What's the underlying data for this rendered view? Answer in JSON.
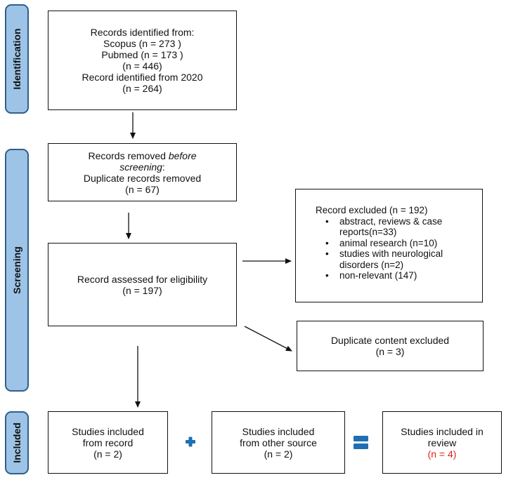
{
  "phases": {
    "identification": "Identification",
    "screening": "Screening",
    "included": "Included"
  },
  "identification_box": {
    "line1": "Records identified from:",
    "line2": "Scopus (n = 273 )",
    "line3": "Pubmed (n = 173 )",
    "line4": "(n = 446)",
    "line5": "Record identified from 2020",
    "line6": "(n = 264)"
  },
  "removed_box": {
    "line1a": "Records removed ",
    "line1b": "before",
    "line2a": "screening",
    "line2b": ":",
    "line3": "Duplicate records removed",
    "line4": "(n = 67)"
  },
  "eligibility_box": {
    "line1": "Record assessed for eligibility",
    "line2": "(n = 197)"
  },
  "excluded_box": {
    "title": "Record excluded (n = 192)",
    "bullet": "•",
    "items": [
      "abstract, reviews & case reports(n=33)",
      "animal research (n=10)",
      "studies with neurological disorders (n=2)",
      "non-relevant (147)"
    ]
  },
  "duplicate_box": {
    "line1": "Duplicate content excluded",
    "line2": "(n = 3)"
  },
  "included_record_box": {
    "line1": "Studies included",
    "line2": "from record",
    "line3": "(n = 2)"
  },
  "included_other_box": {
    "line1": "Studies included",
    "line2": "from other source",
    "line3": "(n = 2)"
  },
  "included_review_box": {
    "line1": "Studies included in",
    "line2": "review",
    "line3": "(n = 4)"
  },
  "colors": {
    "phase_fill": "#9dc3e6",
    "phase_border": "#2f5f8a",
    "operator_blue": "#1f6fb2",
    "highlight_red": "#e0201a"
  },
  "icons": {
    "plus": "plus-icon",
    "equals": "equals-icon"
  }
}
